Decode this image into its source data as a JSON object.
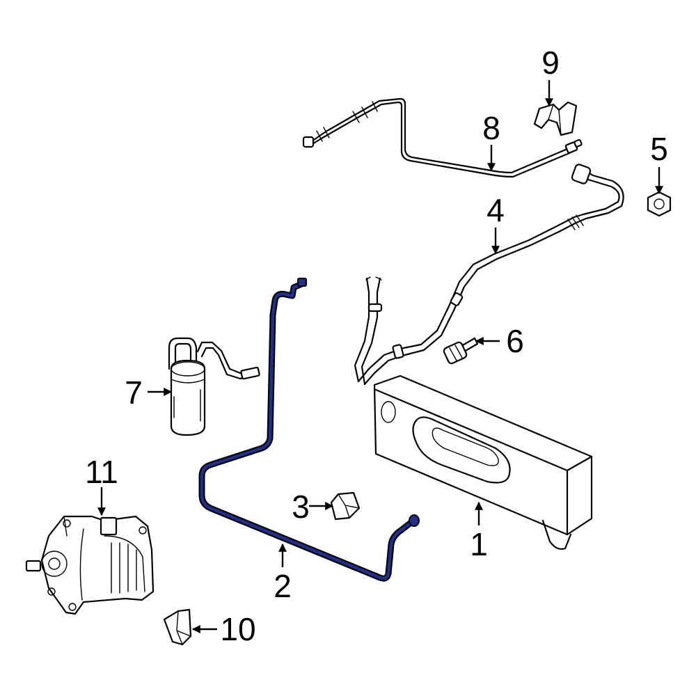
{
  "colors": {
    "highlight_stroke": "#1e2f8c",
    "highlight_outline": "#000000",
    "line_color": "#000000",
    "background": "#ffffff"
  },
  "callouts": {
    "c1": "1",
    "c2": "2",
    "c3": "3",
    "c4": "4",
    "c5": "5",
    "c6": "6",
    "c7": "7",
    "c8": "8",
    "c9": "9",
    "c10": "10",
    "c11": "11"
  }
}
